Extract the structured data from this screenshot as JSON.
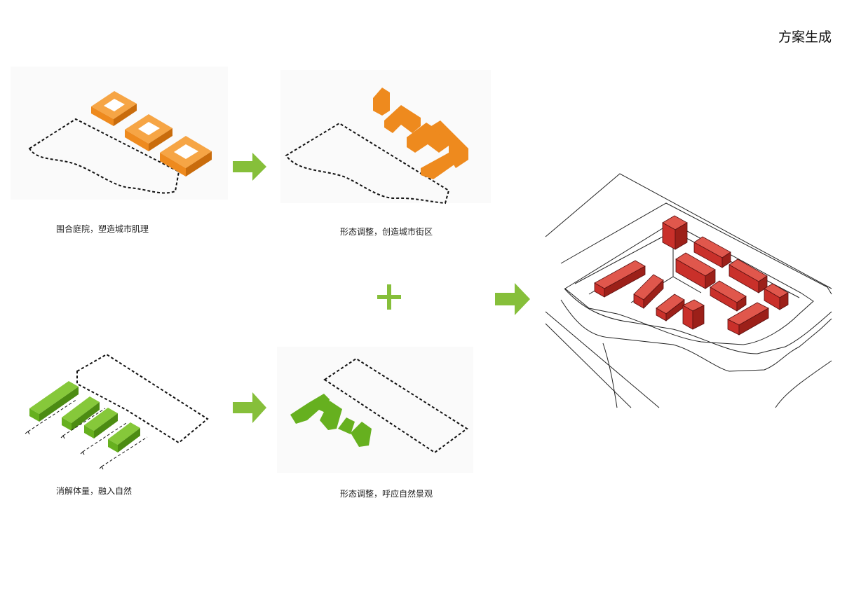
{
  "page_title": "方案生成",
  "captions": {
    "step1": "围合庭院，塑造城市肌理",
    "step2": "形态调整，创造城市街区",
    "step3": "消解体量，融入自然",
    "step4": "形态调整，呼应自然景观"
  },
  "colors": {
    "orange": "#ee8a1e",
    "green": "#66b01f",
    "red": "#c9302a",
    "arrow": "#86bf3a"
  }
}
